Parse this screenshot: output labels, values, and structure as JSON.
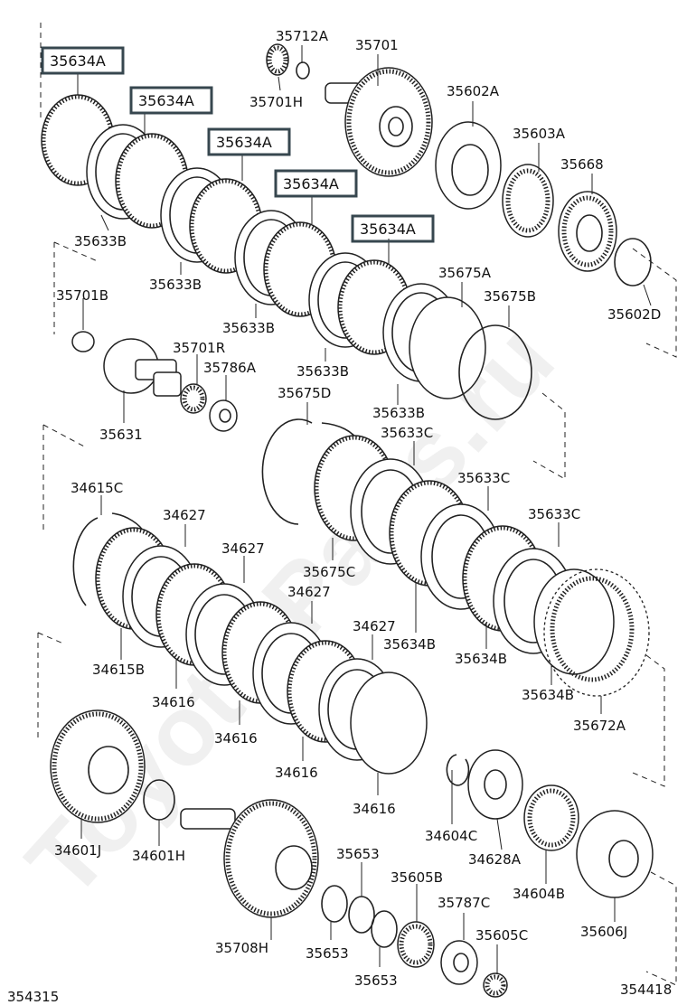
{
  "diagram": {
    "watermark": "Toyota-Parts.ru",
    "figure_refs": {
      "left": "354315",
      "right": "354418"
    },
    "highlighted_labels": [
      "35634A",
      "35634A",
      "35634A",
      "35634A",
      "35634A"
    ],
    "part_labels": [
      "35712A",
      "35701",
      "35701H",
      "35602A",
      "35603A",
      "35668",
      "35633B",
      "35633B",
      "35633B",
      "35633B",
      "35633B",
      "35675A",
      "35675B",
      "35602D",
      "35701B",
      "35701R",
      "35786A",
      "35631",
      "35675D",
      "35633C",
      "35633C",
      "35633C",
      "35675C",
      "34615C",
      "34627",
      "34627",
      "34627",
      "34627",
      "34615B",
      "34616",
      "34616",
      "34616",
      "34616",
      "35634B",
      "35634B",
      "35634B",
      "35672A",
      "34601J",
      "34601H",
      "35653",
      "35653",
      "35653",
      "35605B",
      "35787C",
      "35605C",
      "35708H",
      "34604C",
      "34628A",
      "34604B",
      "35606J"
    ]
  }
}
